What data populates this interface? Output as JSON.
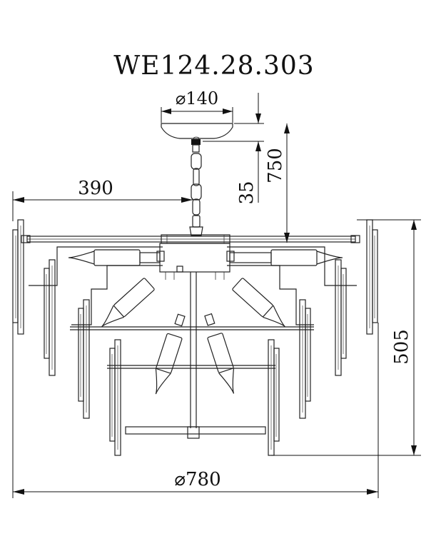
{
  "drawing": {
    "model_code": "WE124.28.303",
    "dimensions": {
      "canopy_diameter": "⌀140",
      "canopy_height": "35",
      "total_height": "750",
      "radius": "390",
      "body_height": "505",
      "overall_diameter": "⌀780"
    }
  }
}
